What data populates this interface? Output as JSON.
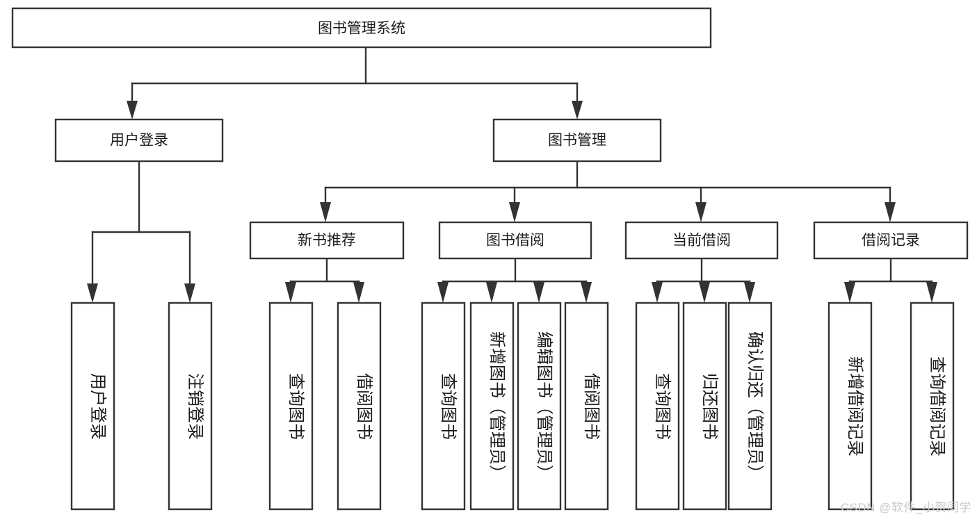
{
  "diagram": {
    "type": "tree-hierarchy",
    "title": "图书管理系统",
    "background_color": "#ffffff",
    "box_stroke_color": "#333333",
    "box_fill_color": "#ffffff",
    "text_color": "#1a1a1a",
    "root": {
      "label": "图书管理系统"
    },
    "level2": [
      {
        "label": "用户登录"
      },
      {
        "label": "图书管理"
      }
    ],
    "level3": [
      {
        "label": "新书推荐"
      },
      {
        "label": "图书借阅"
      },
      {
        "label": "当前借阅"
      },
      {
        "label": "借阅记录"
      }
    ],
    "leaves": {
      "user_login": [
        {
          "label": "用户登录"
        },
        {
          "label": "注销登录"
        }
      ],
      "new_book_recommend": [
        {
          "label": "查询图书"
        },
        {
          "label": "借阅图书"
        }
      ],
      "book_borrow": [
        {
          "label": "查询图书"
        },
        {
          "label": "新增图书（管理员）"
        },
        {
          "label": "编辑图书（管理员）"
        },
        {
          "label": "借阅图书"
        }
      ],
      "current_borrow": [
        {
          "label": "查询图书"
        },
        {
          "label": "归还图书"
        },
        {
          "label": "确认归还（管理员）"
        }
      ],
      "borrow_record": [
        {
          "label": "新增借阅记录"
        },
        {
          "label": "查询借阅记录"
        }
      ]
    }
  },
  "watermark": {
    "text": "CSDN @软件_小贺同学",
    "color": "#c9c9c9"
  }
}
